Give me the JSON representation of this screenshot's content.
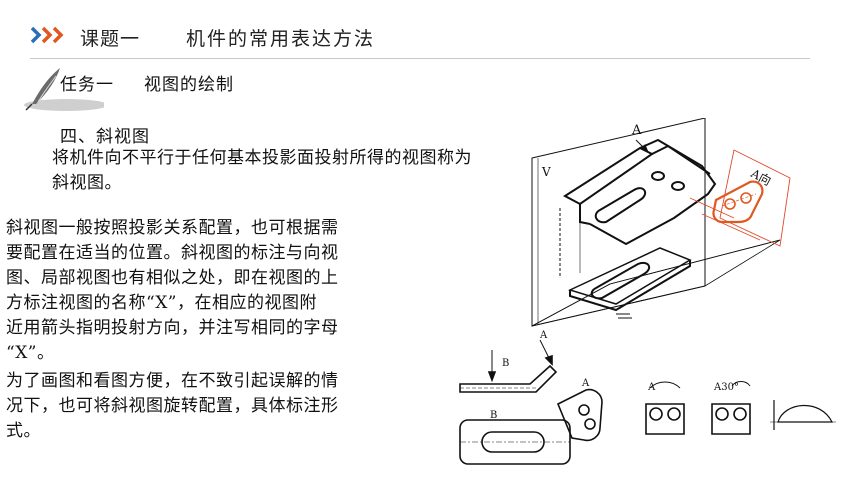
{
  "header": {
    "title": "课题一",
    "subject": "机件的常用表达方法"
  },
  "task": {
    "label": "任务一",
    "name": "视图的绘制"
  },
  "section": {
    "title": "四、斜视图",
    "definition": "将机件向不平行于任何基本投影面投射所得的视图称为斜视图。"
  },
  "paragraphs": [
    "斜视图一般按照投影关系配置，也可根据需\n要配置在适当的位置。斜视图的标注与向视\n图、局部视图也有相似之处，即在视图的上\n方标注视图的名称“X”，在相应的视图附\n近用箭头指明投射方向，并注写相同的字母\n“X”。",
    "为了画图和看图方便，在不致引起误解的情\n况下，也可将斜视图旋转配置，具体标注形\n式。"
  ],
  "figure": {
    "labels": {
      "arrow_a": "A",
      "view_a": "A向",
      "plane_v": "V",
      "arrow_b": "B",
      "view_b": "B",
      "label_a2": "A",
      "label_a3": "A",
      "label_a4": "A30°"
    }
  },
  "colors": {
    "accent_orange": "#e0571f",
    "accent_blue": "#2a6fb6",
    "red_line": "#e04a2a"
  }
}
